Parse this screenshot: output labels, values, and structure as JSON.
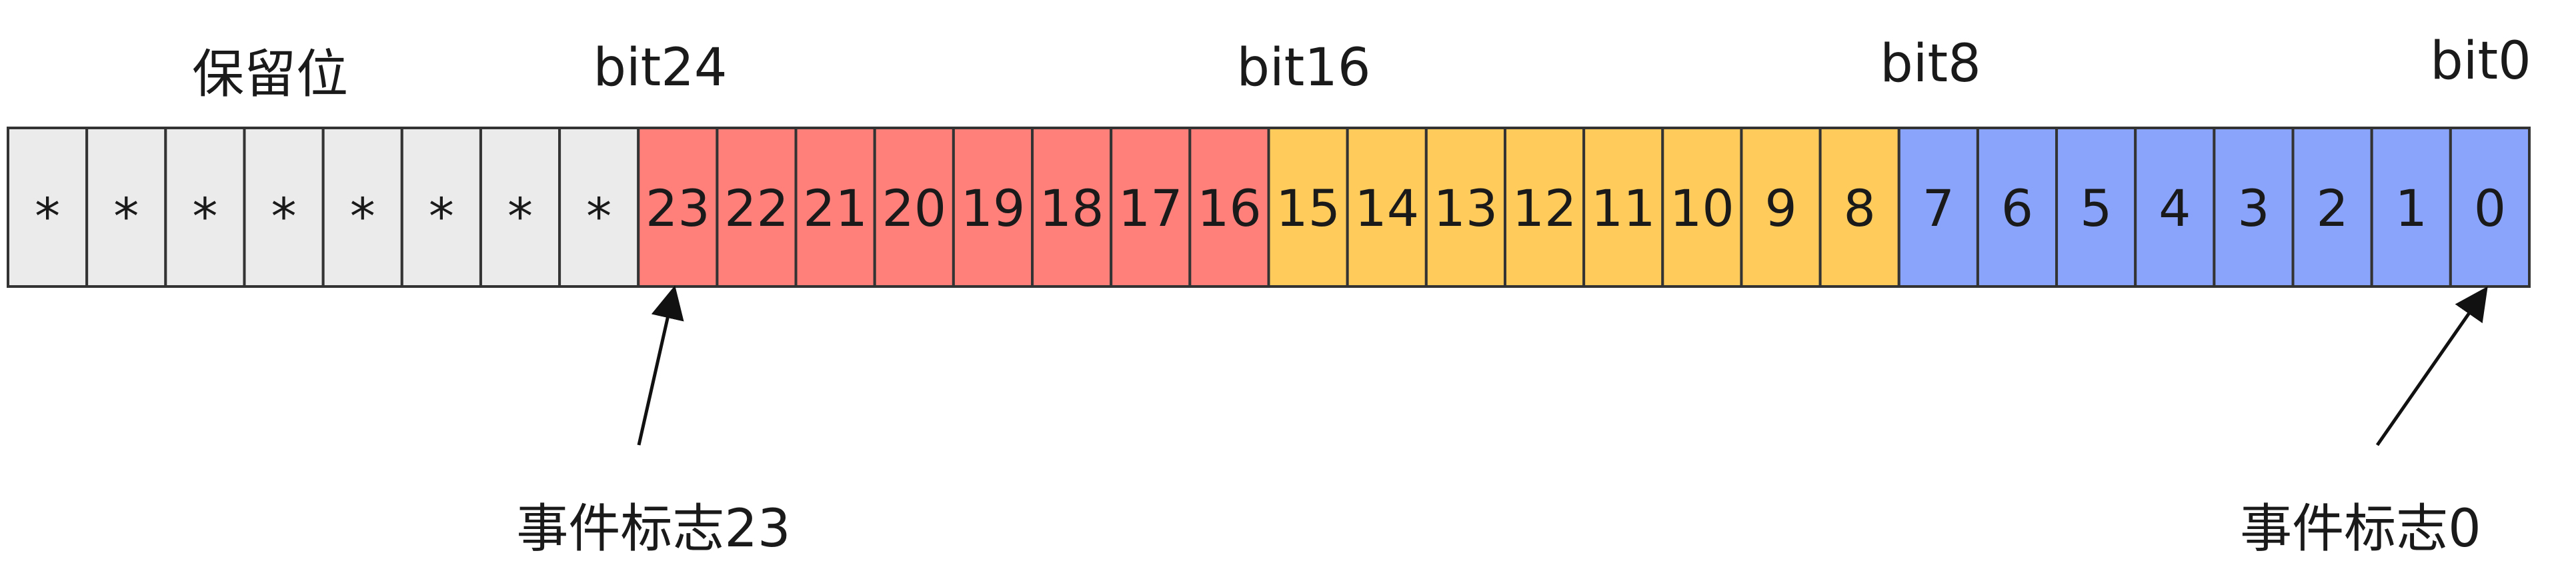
{
  "labels": {
    "reserved": "保留位",
    "bit24": "bit24",
    "bit16": "bit16",
    "bit8": "bit8",
    "bit0": "bit0",
    "flag23": "事件标志23",
    "flag0": "事件标志0"
  },
  "cells": [
    {
      "text": "*",
      "group": "reserved"
    },
    {
      "text": "*",
      "group": "reserved"
    },
    {
      "text": "*",
      "group": "reserved"
    },
    {
      "text": "*",
      "group": "reserved"
    },
    {
      "text": "*",
      "group": "reserved"
    },
    {
      "text": "*",
      "group": "reserved"
    },
    {
      "text": "*",
      "group": "reserved"
    },
    {
      "text": "*",
      "group": "reserved"
    },
    {
      "text": "23",
      "group": "high"
    },
    {
      "text": "22",
      "group": "high"
    },
    {
      "text": "21",
      "group": "high"
    },
    {
      "text": "20",
      "group": "high"
    },
    {
      "text": "19",
      "group": "high"
    },
    {
      "text": "18",
      "group": "high"
    },
    {
      "text": "17",
      "group": "high"
    },
    {
      "text": "16",
      "group": "high"
    },
    {
      "text": "15",
      "group": "mid"
    },
    {
      "text": "14",
      "group": "mid"
    },
    {
      "text": "13",
      "group": "mid"
    },
    {
      "text": "12",
      "group": "mid"
    },
    {
      "text": "11",
      "group": "mid"
    },
    {
      "text": "10",
      "group": "mid"
    },
    {
      "text": "9",
      "group": "mid"
    },
    {
      "text": "8",
      "group": "mid"
    },
    {
      "text": "7",
      "group": "low"
    },
    {
      "text": "6",
      "group": "low"
    },
    {
      "text": "5",
      "group": "low"
    },
    {
      "text": "4",
      "group": "low"
    },
    {
      "text": "3",
      "group": "low"
    },
    {
      "text": "2",
      "group": "low"
    },
    {
      "text": "1",
      "group": "low"
    },
    {
      "text": "0",
      "group": "low"
    }
  ],
  "colors": {
    "reserved": "#ebebeb",
    "high": "#ff7f7b",
    "mid": "#ffcc5c",
    "low": "#8aa4fb"
  }
}
